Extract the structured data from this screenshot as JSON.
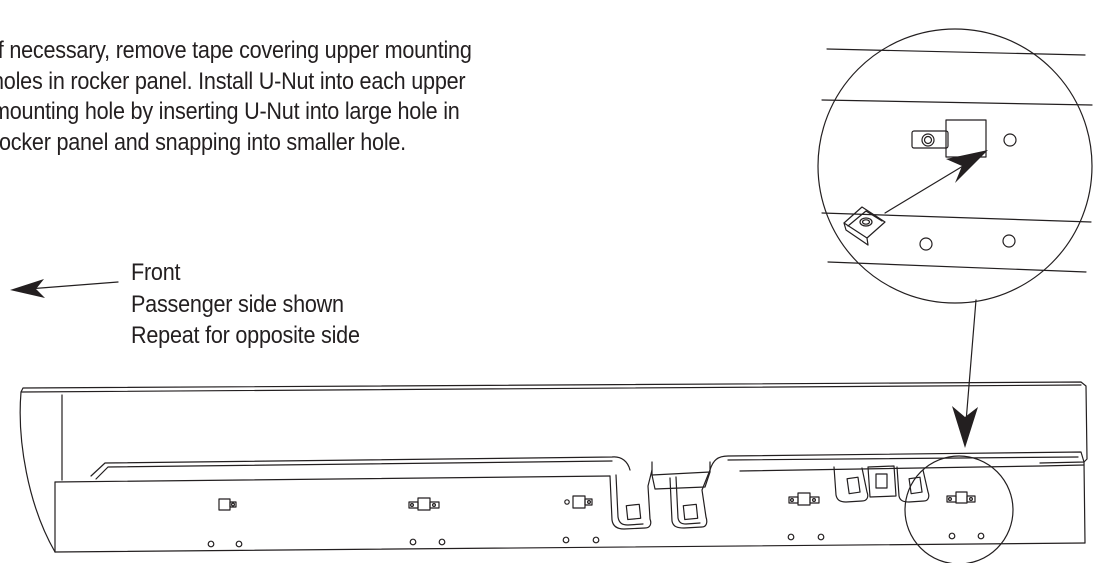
{
  "instruction": {
    "lines": [
      "If necessary, remove tape covering upper mounting",
      "holes in rocker panel.  Install U-Nut into each upper",
      "mounting hole by inserting U-Nut into large hole in",
      "rocker panel and snapping into smaller hole."
    ]
  },
  "notes": {
    "front": "Front",
    "side_shown": "Passenger side shown",
    "repeat": "Repeat for opposite side"
  },
  "colors": {
    "line": "#231f20",
    "background": "#ffffff"
  },
  "icons": {
    "direction_arrow": "left-arrow-icon",
    "callout_arrow": "down-arrow-icon"
  }
}
